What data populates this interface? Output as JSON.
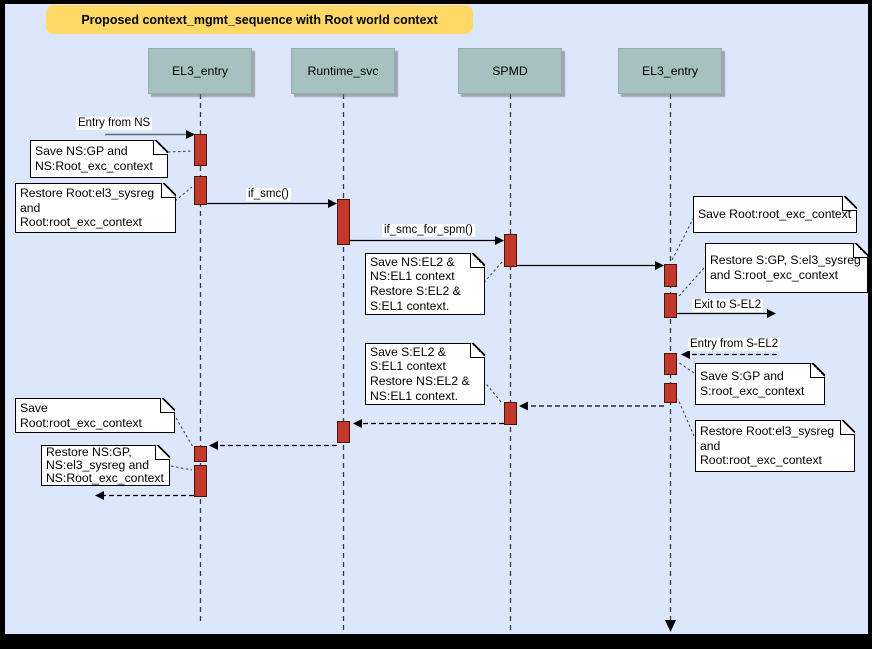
{
  "title": {
    "text": "Proposed context_mgmt_sequence with Root world context"
  },
  "actors": [
    {
      "label": "EL3_entry"
    },
    {
      "label": "Runtime_svc"
    },
    {
      "label": "SPMD"
    },
    {
      "label": "EL3_entry"
    }
  ],
  "message_labels": {
    "entry_from_ns": "Entry from NS",
    "if_smc": "if_smc()",
    "if_smc_for_spm": "if_smc_for_spm()",
    "exit_to_sel2": "Exit to S-EL2",
    "entry_from_sel2": "Entry from S-EL2"
  },
  "notes": [
    {
      "text": "Save NS:GP and\nNS:Root_exc_context"
    },
    {
      "text": "Restore Root:el3_sysreg\nand\nRoot:root_exc_context"
    },
    {
      "text": "Save NS:EL2 &\nNS:EL1 context\nRestore S:EL2 &\nS:EL1 context."
    },
    {
      "text": "Save Root:root_exc_context"
    },
    {
      "text": "Restore S:GP, S:el3_sysreg\nand S:root_exc_context"
    },
    {
      "text": "Save S:GP and\nS:root_exc_context"
    },
    {
      "text": "Restore Root:el3_sysreg\nand\nRoot:root_exc_context"
    },
    {
      "text": "Save S:EL2 &\nS:EL1 context\nRestore NS:EL2 &\nNS:EL1 context."
    },
    {
      "text": "Save Root:root_exc_context"
    },
    {
      "text": "Restore NS:GP,\nNS:el3_sysreg and\nNS:Root_exc_context"
    }
  ],
  "colors": {
    "background": "#dde7fb",
    "frame": "#000000",
    "title_bg": "#ffd966",
    "actor_fill": "#a6c2c0",
    "activation_fill": "#c0392b",
    "activation_border": "#4d120a",
    "note_fill": "#ffffff",
    "line": "#000000"
  }
}
